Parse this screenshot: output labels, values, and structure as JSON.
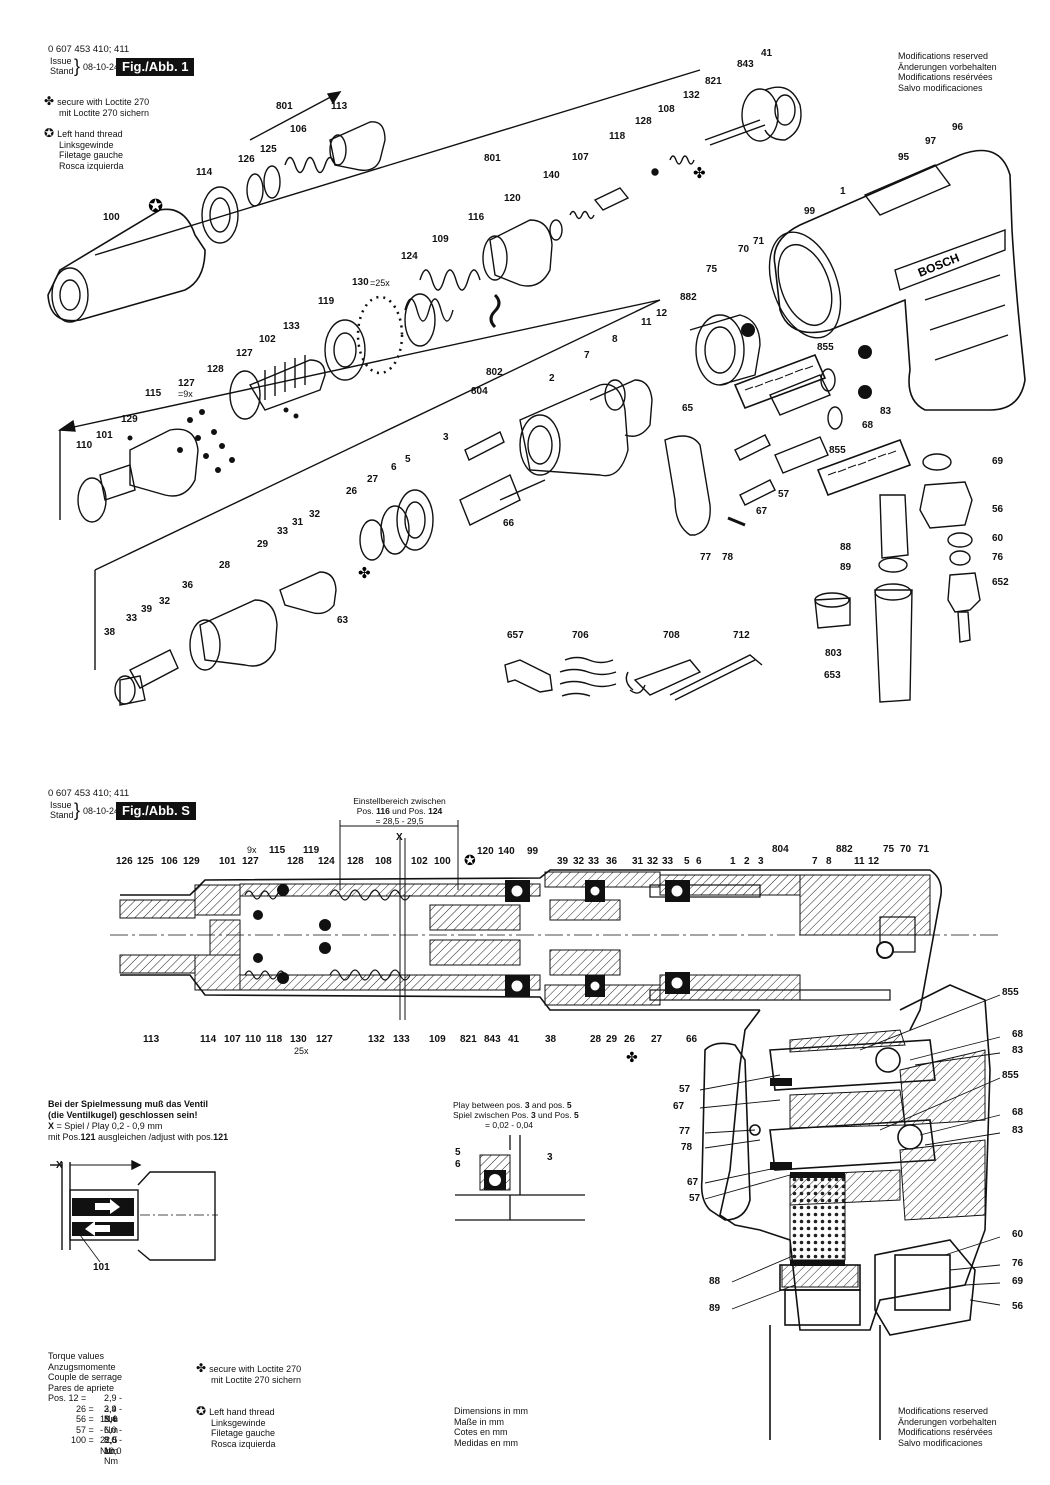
{
  "header_top": {
    "doc_number": "0 607 453 410; 411",
    "issue_label": "Issue",
    "stand_label": "Stand",
    "date": "08-10-24",
    "fig_label": "Fig./Abb. 1"
  },
  "header_mid": {
    "doc_number": "0 607 453 410; 411",
    "issue_label": "Issue",
    "stand_label": "Stand",
    "date": "08-10-24",
    "fig_label": "Fig./Abb. S"
  },
  "modifications": [
    "Modifications reserved",
    "Änderungen vorbehalten",
    "Modifications resérvées",
    "Salvo modificaciones"
  ],
  "legend_loctite": [
    "secure with Loctite 270",
    "mit Loctite 270 sichern"
  ],
  "legend_left_thread": [
    "Left hand thread",
    "Linksgewinde",
    "Filetage gauche",
    "Rosca izquierda"
  ],
  "brand": "BOSCH",
  "exploded_labels": [
    {
      "t": "41"
    },
    {
      "t": "843"
    },
    {
      "t": "821"
    },
    {
      "t": "132"
    },
    {
      "t": "108"
    },
    {
      "t": "128"
    },
    {
      "t": "118"
    },
    {
      "t": "107"
    },
    {
      "t": "140"
    },
    {
      "t": "801"
    },
    {
      "t": "113"
    },
    {
      "t": "106"
    },
    {
      "t": "125"
    },
    {
      "t": "126"
    },
    {
      "t": "114"
    },
    {
      "t": "100"
    },
    {
      "t": "801"
    },
    {
      "t": "120"
    },
    {
      "t": "116"
    },
    {
      "t": "109"
    },
    {
      "t": "124"
    },
    {
      "t": "130"
    },
    {
      "t": "=25x"
    },
    {
      "t": "119"
    },
    {
      "t": "133"
    },
    {
      "t": "102"
    },
    {
      "t": "127"
    },
    {
      "t": "128"
    },
    {
      "t": "127"
    },
    {
      "t": "=9x"
    },
    {
      "t": "115"
    },
    {
      "t": "129"
    },
    {
      "t": "101"
    },
    {
      "t": "110"
    },
    {
      "t": "96"
    },
    {
      "t": "97"
    },
    {
      "t": "95"
    },
    {
      "t": "1"
    },
    {
      "t": "99"
    },
    {
      "t": "71"
    },
    {
      "t": "70"
    },
    {
      "t": "75"
    },
    {
      "t": "882"
    },
    {
      "t": "12"
    },
    {
      "t": "11"
    },
    {
      "t": "8"
    },
    {
      "t": "7"
    },
    {
      "t": "802"
    },
    {
      "t": "2"
    },
    {
      "t": "804"
    },
    {
      "t": "3"
    },
    {
      "t": "5"
    },
    {
      "t": "6"
    },
    {
      "t": "27"
    },
    {
      "t": "26"
    },
    {
      "t": "66"
    },
    {
      "t": "65"
    },
    {
      "t": "855"
    },
    {
      "t": "83"
    },
    {
      "t": "68"
    },
    {
      "t": "855"
    },
    {
      "t": "57"
    },
    {
      "t": "67"
    },
    {
      "t": "77"
    },
    {
      "t": "78"
    },
    {
      "t": "69"
    },
    {
      "t": "56"
    },
    {
      "t": "60"
    },
    {
      "t": "76"
    },
    {
      "t": "652"
    },
    {
      "t": "88"
    },
    {
      "t": "89"
    },
    {
      "t": "803"
    },
    {
      "t": "653"
    },
    {
      "t": "32"
    },
    {
      "t": "31"
    },
    {
      "t": "33"
    },
    {
      "t": "29"
    },
    {
      "t": "28"
    },
    {
      "t": "36"
    },
    {
      "t": "63"
    },
    {
      "t": "32"
    },
    {
      "t": "39"
    },
    {
      "t": "33"
    },
    {
      "t": "38"
    },
    {
      "t": "657"
    },
    {
      "t": "706"
    },
    {
      "t": "708"
    },
    {
      "t": "712"
    }
  ],
  "section_top_labels": [
    "126",
    "125",
    "106",
    "129",
    "101",
    "127",
    "9x",
    "115",
    "119",
    "128",
    "124",
    "128",
    "108",
    "102",
    "100",
    "120",
    "140",
    "99",
    "39",
    "32",
    "33",
    "36",
    "31",
    "32",
    "33",
    "5",
    "6",
    "1",
    "2",
    "3",
    "804",
    "7",
    "8",
    "882",
    "11",
    "12",
    "75",
    "70",
    "71"
  ],
  "section_bottom_labels": [
    "113",
    "114",
    "107",
    "110",
    "118",
    "130",
    "25x",
    "127",
    "132",
    "133",
    "109",
    "821",
    "843",
    "41",
    "38",
    "28",
    "29",
    "26",
    "27",
    "66"
  ],
  "section_right_labels": [
    "855",
    "68",
    "83",
    "855",
    "68",
    "83",
    "60",
    "76",
    "69",
    "56"
  ],
  "section_left_labels": [
    "57",
    "67",
    "77",
    "78",
    "67",
    "57",
    "88",
    "89"
  ],
  "adjust_range": {
    "line1": "Einstellbereich zwischen",
    "line2_a": "Pos. ",
    "line2_b": "116",
    "line2_c": " und Pos. ",
    "line2_d": "124",
    "line3": "= 28,5 - 29,5",
    "x_label": "X"
  },
  "valve_note": {
    "line1": "Bei der Spielmessung muß das Ventil",
    "line2": "(die Ventilkugel) geschlossen sein!",
    "line3_a": "X",
    "line3_b": " = Spiel / Play 0,2 - 0,9 mm",
    "line4_a": "mit Pos.",
    "line4_b": "121",
    "line4_c": " ausgleichen /adjust with pos.",
    "line4_d": "121",
    "detail_x": "X",
    "detail_101": "101"
  },
  "play_note": {
    "line1_a": "Play between pos. ",
    "line1_b": "3",
    "line1_c": " and pos. ",
    "line1_d": "5",
    "line2_a": "Spiel zwischen Pos. ",
    "line2_b": "3",
    "line2_c": " und Pos. ",
    "line2_d": "5",
    "line3": "= 0,02 - 0,04",
    "d5": "5",
    "d6": "6",
    "d3": "3"
  },
  "torque": {
    "head": [
      "Torque values",
      "Anzugsmomente",
      "Couple de serrage",
      "Pares de apriete"
    ],
    "rows": [
      {
        "pos": "Pos.  12 =",
        "v": "2,9 -   3,4 Nm"
      },
      {
        "pos": "26 =",
        "v": "2,9 -   3,4 Nm"
      },
      {
        "pos": "56 =",
        "v": "19,6 - 22,5 Nm"
      },
      {
        "pos": "57 =",
        "v": "6,0 -   8,0 Nm"
      },
      {
        "pos": "100 =",
        "v": "8,0 - 10,0 Nm"
      }
    ]
  },
  "dimensions": [
    "Dimensions in mm",
    "Maße in mm",
    "Cotes en mm",
    "Medidas en mm"
  ],
  "colors": {
    "ink": "#111111",
    "paper": "#ffffff",
    "hatch": "#222222"
  }
}
